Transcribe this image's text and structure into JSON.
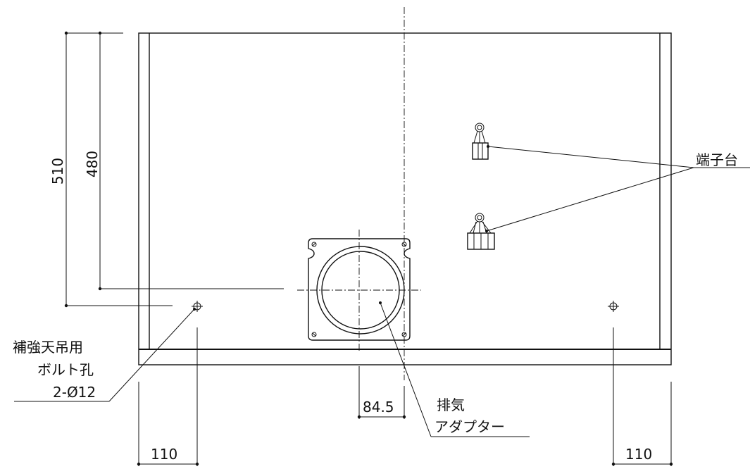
{
  "dimensions": {
    "depth_outer": "510",
    "depth_inner": "480",
    "bolt_offset_left": "110",
    "bolt_offset_right": "110",
    "adapter_offset": "84.5"
  },
  "labels": {
    "terminal_block": "端子台",
    "bolt_hole_line1": "補強天吊用",
    "bolt_hole_line2": "ボルト孔",
    "bolt_hole_line3": "2-Ø12",
    "exhaust_line1": "排気",
    "exhaust_line2": "アダプター"
  },
  "colors": {
    "line": "#111111",
    "background": "#ffffff"
  }
}
